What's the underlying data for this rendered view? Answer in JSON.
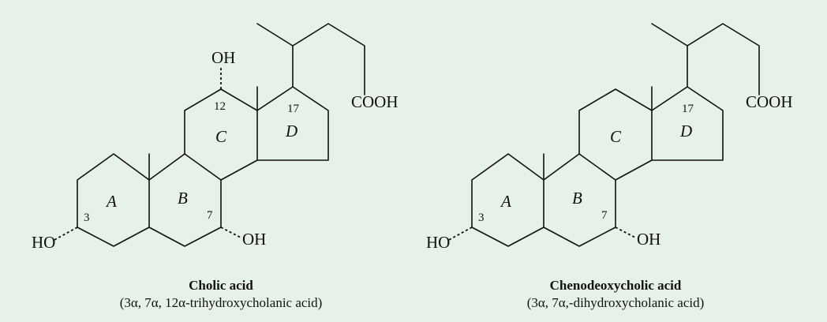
{
  "molecules": [
    {
      "name": "Cholic acid",
      "subtitle": "(3α, 7α, 12α-trihydroxycholanic acid)",
      "rings": [
        "A",
        "B",
        "C",
        "D"
      ],
      "positions": [
        "3",
        "7",
        "12",
        "17"
      ],
      "groups": [
        "HO",
        "OH",
        "OH",
        "COOH"
      ]
    },
    {
      "name": "Chenodeoxycholic acid",
      "subtitle": "(3α, 7α,-dihydroxycholanic acid)",
      "rings": [
        "A",
        "B",
        "C",
        "D"
      ],
      "positions": [
        "3",
        "7",
        "17"
      ],
      "groups": [
        "HO",
        "OH",
        "COOH"
      ]
    }
  ],
  "colors": {
    "background": "#e6f1e8",
    "ink": "#111111"
  }
}
